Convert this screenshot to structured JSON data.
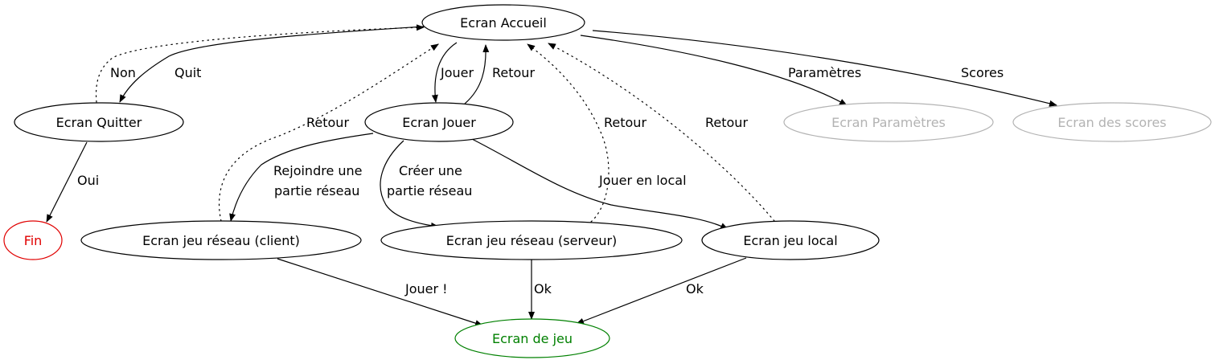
{
  "nodes": {
    "ecran_accueil": "Ecran Accueil",
    "ecran_quitter": "Ecran Quitter",
    "ecran_jouer": "Ecran Jouer",
    "ecran_parametres": "Ecran Paramètres",
    "ecran_scores": "Ecran des scores",
    "fin": "Fin",
    "jeu_reseau_client": "Ecran jeu réseau (client)",
    "jeu_reseau_serveur": "Ecran jeu réseau (serveur)",
    "jeu_local": "Ecran jeu local",
    "ecran_de_jeu": "Ecran de jeu"
  },
  "edges": {
    "quit": "Quit",
    "non": "Non",
    "jouer": "Jouer",
    "retour_jouer": "Retour",
    "parametres": "Paramètres",
    "scores": "Scores",
    "oui": "Oui",
    "retour_client": "Retour",
    "retour_serveur": "Retour",
    "retour_local": "Retour",
    "rejoindre_line1": "Rejoindre une",
    "rejoindre_line2": "partie réseau",
    "creer_line1": "Créer une",
    "creer_line2": "partie réseau",
    "jouer_local": "Jouer en local",
    "jouer_excl": "Jouer !",
    "ok_serveur": "Ok",
    "ok_local": "Ok"
  },
  "colors": {
    "default": "#000000",
    "inactive": "#b3b3b3",
    "end": "#e00000",
    "game": "#008000"
  }
}
